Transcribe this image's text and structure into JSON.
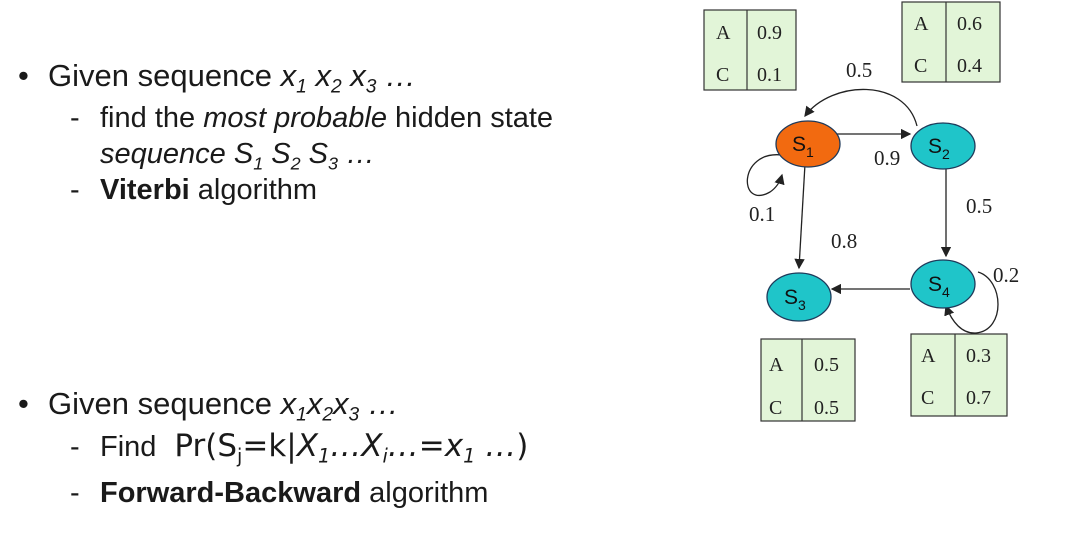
{
  "bullets": {
    "b1": {
      "prefix": "Given sequence",
      "subs": {
        "find_prefix": "find the",
        "find_em": "most probable",
        "find_suffix": "hidden state",
        "cont_word": "sequence",
        "viterbi_bold": "Viterbi",
        "viterbi_rest": "algorithm"
      }
    },
    "b2": {
      "prefix": "Given sequence",
      "subs": {
        "find": "Find",
        "fb_bold": "Forward-Backward",
        "fb_rest": "algorithm"
      }
    }
  },
  "diagram": {
    "states": {
      "s1": {
        "label": "S",
        "sub": "1",
        "color": "#f26a10"
      },
      "s2": {
        "label": "S",
        "sub": "2",
        "color": "#1fc5c9"
      },
      "s3": {
        "label": "S",
        "sub": "3",
        "color": "#1fc5c9"
      },
      "s4": {
        "label": "S",
        "sub": "4",
        "color": "#1fc5c9"
      }
    },
    "transitions": {
      "s1_s1": "0.1",
      "s1_s2": "0.9",
      "s2_s1": "0.5",
      "s1_s3": "0.8",
      "s2_s4": "0.5",
      "s4_s4": "0.2"
    },
    "emissions": {
      "s1": {
        "A": "0.9",
        "C": "0.1"
      },
      "s2": {
        "A": "0.6",
        "C": "0.4"
      },
      "s3": {
        "A": "0.5",
        "C": "0.5"
      },
      "s4": {
        "A": "0.3",
        "C": "0.7"
      }
    },
    "emission_box_color": "#e2f5d8"
  }
}
